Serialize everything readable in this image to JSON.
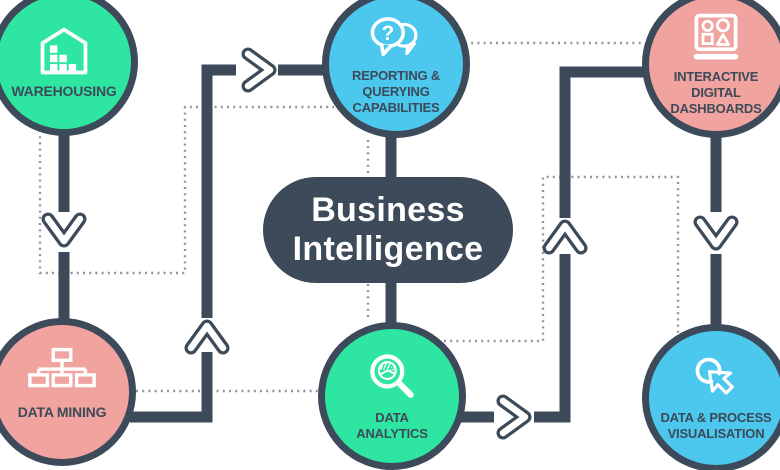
{
  "title": {
    "text": "Business Intelligence"
  },
  "colors": {
    "green": "#2ee6a2",
    "blue": "#4cc7ee",
    "pink": "#f0a39f",
    "dark": "#3c4a59",
    "dotted": "#8f949e"
  },
  "nodes": [
    {
      "id": "warehousing",
      "label": "WAREHOUSING",
      "icon": "warehouse-boxes-icon",
      "color": "#2ee6a2"
    },
    {
      "id": "reporting-querying",
      "label": "REPORTING & QUERYING CAPABILITIES",
      "icon": "speech-bubbles-question-icon",
      "color": "#4cc7ee"
    },
    {
      "id": "interactive-digital-dashboards",
      "label": "INTERACTIVE DIGITAL DASHBOARDS",
      "icon": "dashboard-laptop-icon",
      "color": "#f0a39f"
    },
    {
      "id": "data-mining",
      "label": "DATA MINING",
      "icon": "hierarchy-org-chart-icon",
      "color": "#f0a39f"
    },
    {
      "id": "data-analytics",
      "label": "DATA ANALYTICS",
      "icon": "magnifier-pie-chart-icon",
      "color": "#2ee6a2"
    },
    {
      "id": "data-process-visualisation",
      "label": "DATA & PROCESS VISUALISATION",
      "icon": "cursor-click-icon",
      "color": "#4cc7ee"
    }
  ],
  "connections": {
    "solid_arrows": [
      {
        "from": "warehousing",
        "to": "data-mining",
        "direction": "down"
      },
      {
        "from": "data-mining",
        "to": "reporting-querying",
        "direction": "up-then-right"
      },
      {
        "from": "reporting-querying",
        "to": "business-intelligence",
        "direction": "down"
      },
      {
        "from": "business-intelligence",
        "to": "data-analytics",
        "direction": "down"
      },
      {
        "from": "data-analytics",
        "to": "interactive-digital-dashboards",
        "direction": "right-then-up"
      },
      {
        "from": "interactive-digital-dashboards",
        "to": "data-process-visualisation",
        "direction": "down"
      }
    ],
    "dotted_links": [
      {
        "from": "warehousing",
        "to": "reporting-querying"
      },
      {
        "from": "reporting-querying",
        "to": "interactive-digital-dashboards"
      },
      {
        "from": "data-mining",
        "to": "data-analytics"
      },
      {
        "from": "data-analytics",
        "to": "data-process-visualisation"
      },
      {
        "from": "reporting-querying",
        "to": "business-intelligence"
      },
      {
        "from": "business-intelligence",
        "to": "data-analytics"
      }
    ]
  }
}
